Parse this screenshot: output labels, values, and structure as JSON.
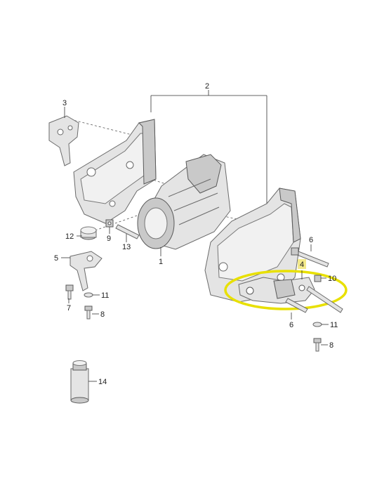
{
  "diagram": {
    "callouts": [
      {
        "id": "c1",
        "text": "1"
      },
      {
        "id": "c2",
        "text": "2"
      },
      {
        "id": "c3",
        "text": "3"
      },
      {
        "id": "c4",
        "text": "4"
      },
      {
        "id": "c5",
        "text": "5"
      },
      {
        "id": "c6a",
        "text": "6"
      },
      {
        "id": "c6b",
        "text": "6"
      },
      {
        "id": "c7",
        "text": "7"
      },
      {
        "id": "c8a",
        "text": "8"
      },
      {
        "id": "c8b",
        "text": "8"
      },
      {
        "id": "c9",
        "text": "9"
      },
      {
        "id": "c10",
        "text": "10"
      },
      {
        "id": "c11a",
        "text": "11"
      },
      {
        "id": "c11b",
        "text": "11"
      },
      {
        "id": "c12",
        "text": "12"
      },
      {
        "id": "c13",
        "text": "13"
      },
      {
        "id": "c14",
        "text": "14"
      }
    ],
    "colors": {
      "highlight_ellipse": "#e8e000",
      "highlight_box": "#f3e98a",
      "part_fill": "#e4e4e4",
      "part_stroke": "#6a6a6a"
    }
  }
}
